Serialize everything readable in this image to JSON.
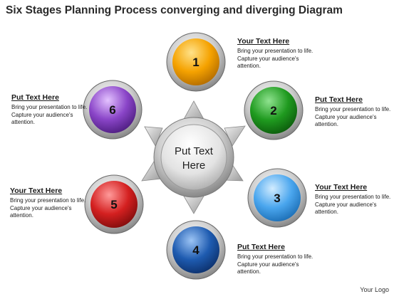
{
  "title": "Six Stages Planning Process converging and diverging Diagram",
  "center": {
    "line1": "Put Text",
    "line2": "Here"
  },
  "stages": [
    {
      "number": "1",
      "color": "#f5a200"
    },
    {
      "number": "2",
      "color": "#1f9a1f"
    },
    {
      "number": "3",
      "color": "#4aa6ee"
    },
    {
      "number": "4",
      "color": "#1e5bb0"
    },
    {
      "number": "5",
      "color": "#d42020"
    },
    {
      "number": "6",
      "color": "#8a45c8"
    }
  ],
  "callouts": [
    {
      "heading": "Your Text Here",
      "body": "Bring your presentation to life. Capture your audience's attention."
    },
    {
      "heading": "Put Text Here",
      "body": "Bring your presentation to life. Capture your audience's attention."
    },
    {
      "heading": "Your Text Here",
      "body": "Bring your presentation to life. Capture your audience's attention."
    },
    {
      "heading": "Put Text Here",
      "body": "Bring your presentation to life. Capture your audience's attention."
    },
    {
      "heading": "Your Text Here",
      "body": "Bring your presentation to life. Capture your audience's attention."
    },
    {
      "heading": "Put Text Here",
      "body": "Bring your presentation to life. Capture your audience's attention."
    }
  ],
  "footer": "Your Logo"
}
